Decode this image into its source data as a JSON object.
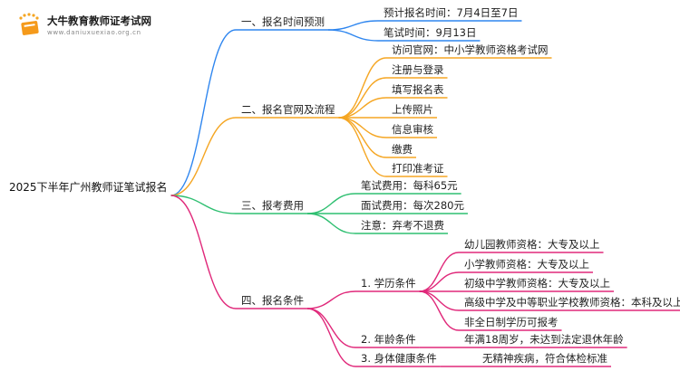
{
  "logo": {
    "title": "大牛教育教师证考试网",
    "url": "www.daniuxuexiao.org.cn"
  },
  "colors": {
    "blue": "#2f86ef",
    "orange": "#f5a623",
    "green": "#2fbf71",
    "pink": "#e0287a"
  },
  "mindmap": {
    "root": "2025下半年广州教师证笔试报名",
    "branches": [
      {
        "label": "一、报名时间预测",
        "items": [
          "预计报名时间：7月4日至7日",
          "笔试时间：9月13日"
        ]
      },
      {
        "label": "二、报名官网及流程",
        "items": [
          "访问官网：中小学教师资格考试网",
          "注册与登录",
          "填写报名表",
          "上传照片",
          "信息审核",
          "缴费",
          "打印准考证"
        ]
      },
      {
        "label": "三、报考费用",
        "items": [
          "笔试费用：每科65元",
          "面试费用：每次280元",
          "注意：弃考不退费"
        ]
      },
      {
        "label": "四、报名条件",
        "subs": [
          {
            "label": "1. 学历条件",
            "items": [
              "幼儿园教师资格：大专及以上",
              "小学教师资格：大专及以上",
              "初级中学教师资格：大专及以上",
              "高级中学及中等职业学校教师资格：本科及以上",
              "非全日制学历可报考"
            ]
          },
          {
            "label": "2. 年龄条件",
            "items": [
              "年满18周岁，未达到法定退休年龄"
            ]
          },
          {
            "label": "3. 身体健康条件",
            "items": [
              "无精神疾病，符合体检标准"
            ]
          }
        ]
      }
    ]
  }
}
